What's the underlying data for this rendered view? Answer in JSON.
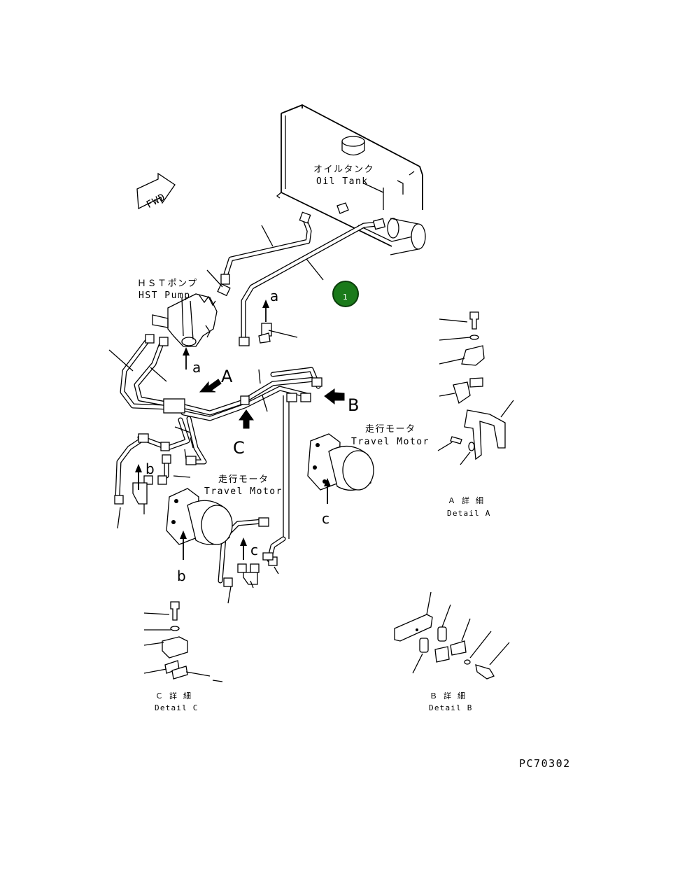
{
  "labels": {
    "oil_tank_jp": "オイルタンク",
    "oil_tank_en": "Oil Tank",
    "hst_pump_jp": "ＨＳＴポンプ",
    "hst_pump_en": "HST Pump",
    "travel_motor_jp_1": "走行モータ",
    "travel_motor_en_1": "Travel Motor",
    "travel_motor_jp_2": "走行モータ",
    "travel_motor_en_2": "Travel Motor",
    "fwd": "FWD"
  },
  "view_letters": {
    "A": "A",
    "B": "B",
    "C": "C",
    "a1": "a",
    "a2": "a",
    "b1": "b",
    "b2": "b",
    "c1": "c",
    "c2": "c"
  },
  "details": {
    "a_jp": "Ａ 詳 細",
    "a_en": "Detail A",
    "b_jp": "Ｂ 詳 細",
    "b_en": "Detail B",
    "c_jp": "Ｃ 詳 細",
    "c_en": "Detail C"
  },
  "callout": {
    "number": "1",
    "color": "#1a7a1a"
  },
  "figure_code": "PC70302"
}
